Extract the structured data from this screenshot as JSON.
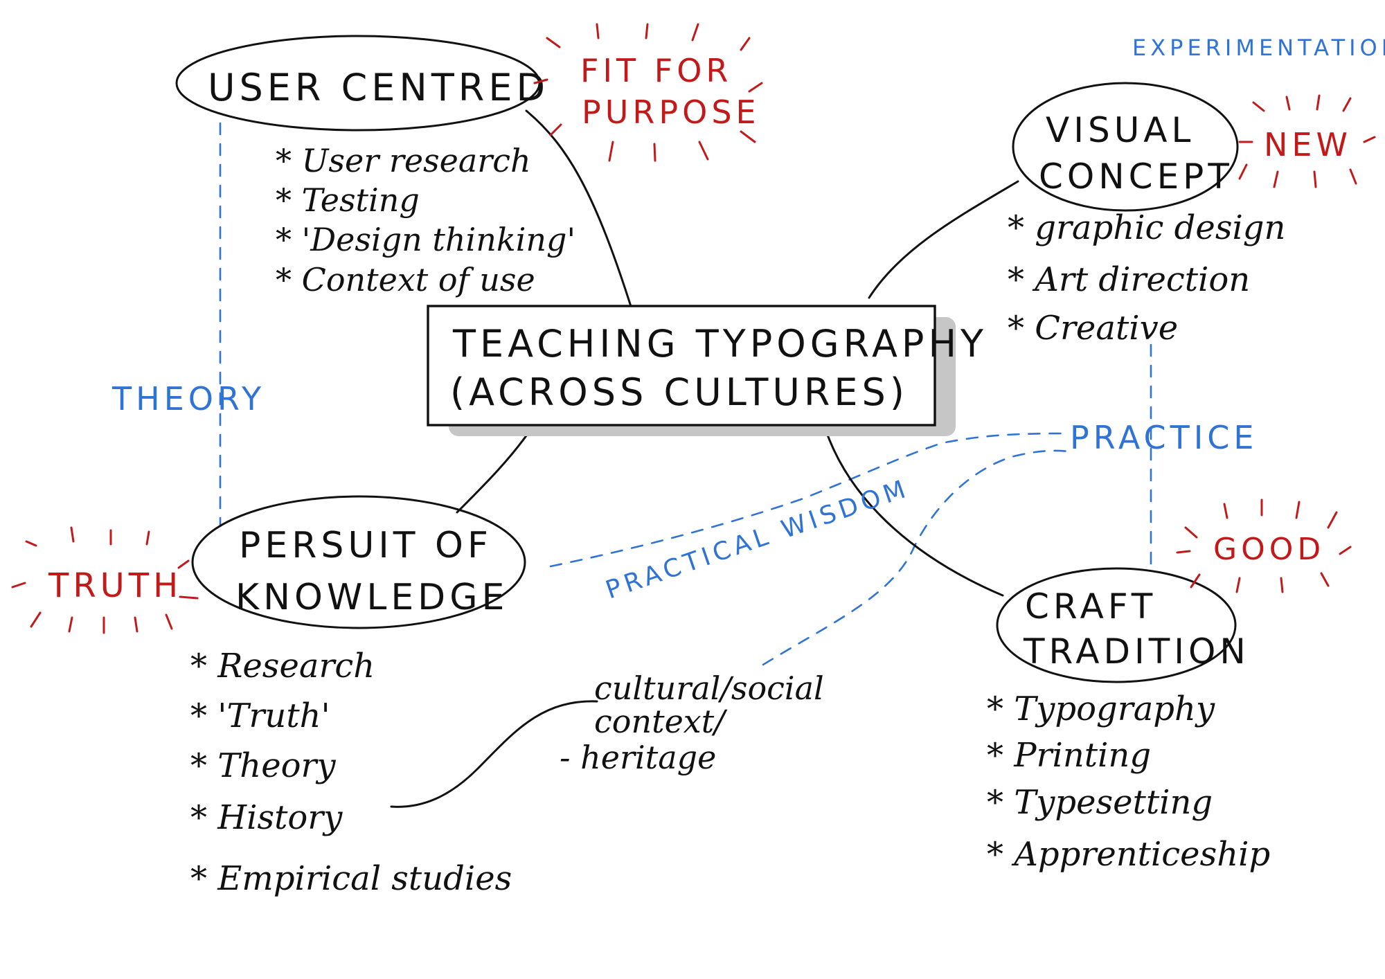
{
  "central": {
    "line1": "TEACHING TYPOGRAPHY",
    "line2": "(ACROSS CULTURES)"
  },
  "nodes": {
    "user_centred": {
      "title": "USER CENTRED",
      "items": [
        "* User research",
        "* Testing",
        "* 'Design thinking'",
        "* Context of use"
      ]
    },
    "visual_concept": {
      "line1": "VISUAL",
      "line2": "CONCEPT",
      "items": [
        "* graphic design",
        "* Art direction",
        "* Creative"
      ]
    },
    "knowledge": {
      "line1": "PERSUIT OF",
      "line2": "KNOWLEDGE",
      "items": [
        "* Research",
        "* 'Truth'",
        "* Theory",
        "* History",
        "* Empirical studies"
      ]
    },
    "craft": {
      "line1": "CRAFT",
      "line2": "TRADITION",
      "items": [
        "* Typography",
        "* Printing",
        "* Typesetting",
        "* Apprenticeship"
      ]
    }
  },
  "red_labels": {
    "fit_line1": "FIT FOR",
    "fit_line2": "PURPOSE",
    "new": "NEW",
    "truth": "TRUTH",
    "good": "GOOD"
  },
  "blue_labels": {
    "experimentation": "EXPERIMENTATION",
    "theory": "THEORY",
    "practice": "PRACTICE",
    "practical_wisdom": "PRACTICAL WISDOM"
  },
  "context_note": {
    "line1": "cultural/social",
    "line2": "context/",
    "line3": "- heritage"
  },
  "colors": {
    "ink": "#111111",
    "red": "#c21a1a",
    "blue": "#2f73d6",
    "shadow": "#c6c6c6"
  }
}
